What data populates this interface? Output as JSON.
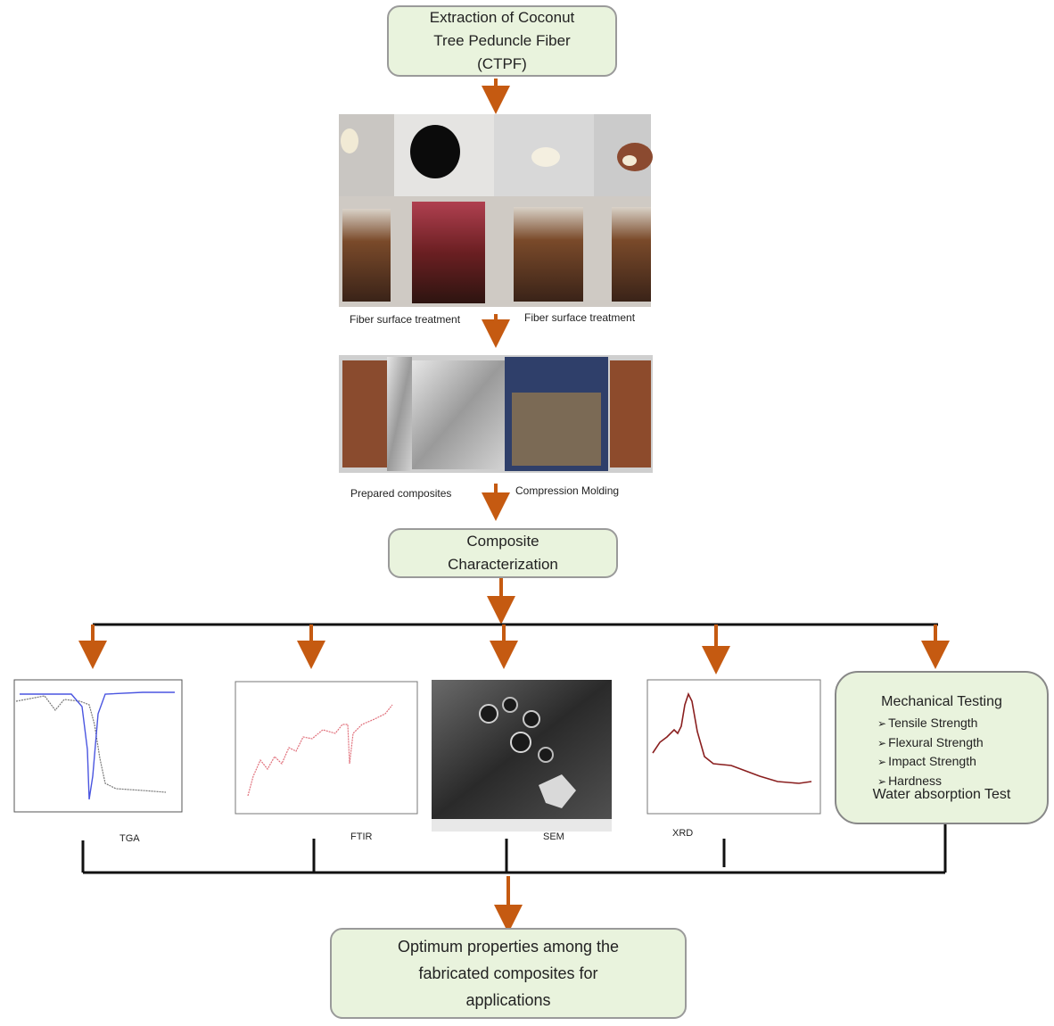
{
  "boxes": {
    "extraction": "Extraction of Coconut\nTree Peduncle Fiber\n(CTPF)",
    "characterization": "Composite\nCharacterization",
    "optimum": "Optimum properties among the\nfabricated composites for\napplications"
  },
  "captions": {
    "fiber_treatment_left": "Fiber surface treatment",
    "fiber_treatment_right": "Fiber surface treatment",
    "prepared_composites": "Prepared composites",
    "compression_molding": "Compression Molding"
  },
  "techniques": {
    "tga": "TGA",
    "ftir": "FTIR",
    "sem": "SEM",
    "xrd": "XRD"
  },
  "mechanical": {
    "title": "Mechanical Testing",
    "items": [
      "Tensile Strength",
      "Flexural Strength",
      "Impact Strength",
      "Hardness"
    ],
    "water": "Water absorption Test"
  },
  "colors": {
    "arrow": "#c55a11",
    "box_fill": "#e9f3dd",
    "box_border": "#9a9a9a",
    "line": "#111111"
  }
}
